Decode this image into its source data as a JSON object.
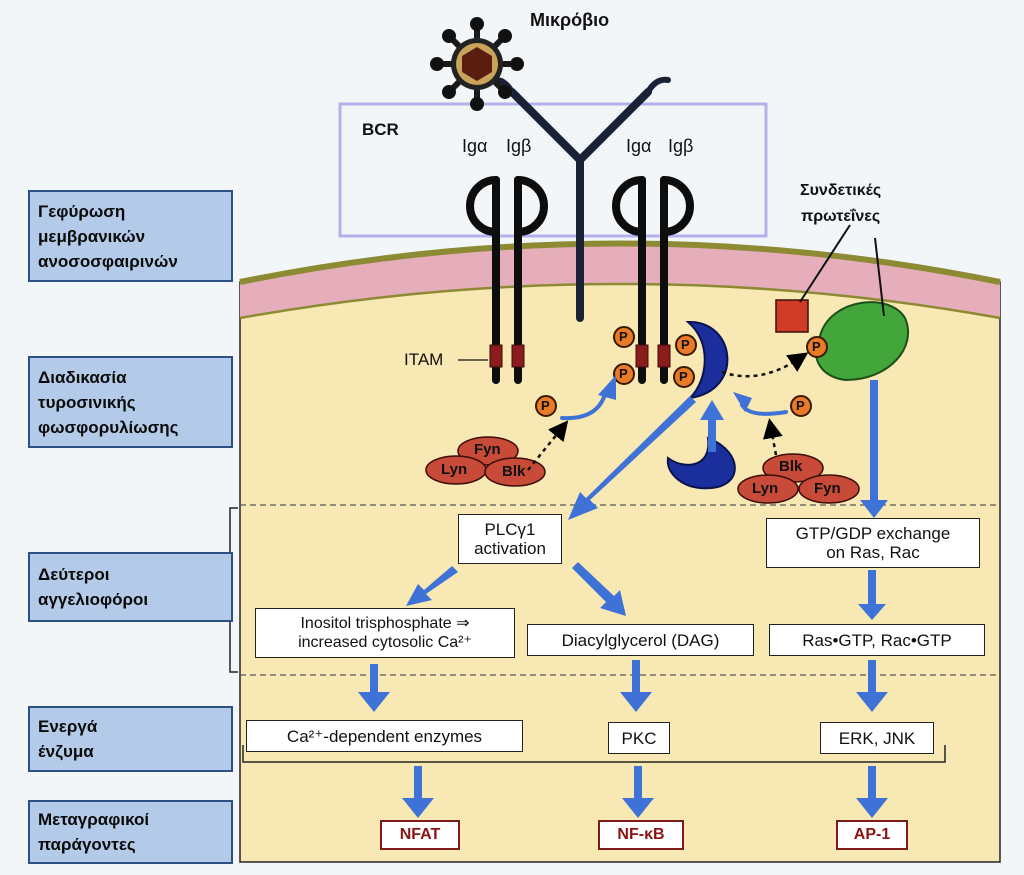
{
  "title": "Μικρόβιο",
  "bcr_label": "BCR",
  "igs": [
    "Igα",
    "Igβ",
    "Igα",
    "Igβ"
  ],
  "itam_label": "ITAM",
  "linker_label": "Συνδετικές\nπρωτεΐνες",
  "kinases_left": [
    "Fyn",
    "Lyn",
    "Blk"
  ],
  "kinases_right": [
    "Blk",
    "Lyn",
    "Fyn"
  ],
  "phospho": "P",
  "side_labels": [
    "Γεφύρωση\nμεμβρανικών\nανοσοσφαιρινών",
    "Διαδικασία\nτυροσινικής\nφωσφορυλίωσης",
    "Δεύτεροι\nαγγελιοφόροι",
    "Ενεργά\nένζυμα",
    "Μεταγραφικοί\nπαράγοντες"
  ],
  "boxes": {
    "plc": "PLCγ1\nactivation",
    "gtp": "GTP/GDP exchange\non Ras, Rac",
    "ip3": "Inositol trisphosphate ⇒\nincreased cytosolic Ca²⁺",
    "dag": "Diacylglycerol  (DAG)",
    "rasgtp": "Ras•GTP, Rac•GTP",
    "ca_enz": "Ca²⁺-dependent enzymes",
    "pkc": "PKC",
    "erk": "ERK, JNK"
  },
  "tfs": [
    "NFAT",
    "NF-κB",
    "AP-1"
  ],
  "colors": {
    "cytoplasm": "#f8e8b3",
    "membrane": "#e6aebb",
    "membrane_edge": "#8d8a34",
    "side_bg": "#b3cbe8",
    "arrow": "#3f72d6",
    "kinase": "#c74b38",
    "syk": "#1a2f9c",
    "linker_green": "#43a63a",
    "linker_red": "#cf3b24",
    "phospho": "#e97a26",
    "tf_text": "#8d1212",
    "bcr_frame": "#b4b0ea"
  }
}
